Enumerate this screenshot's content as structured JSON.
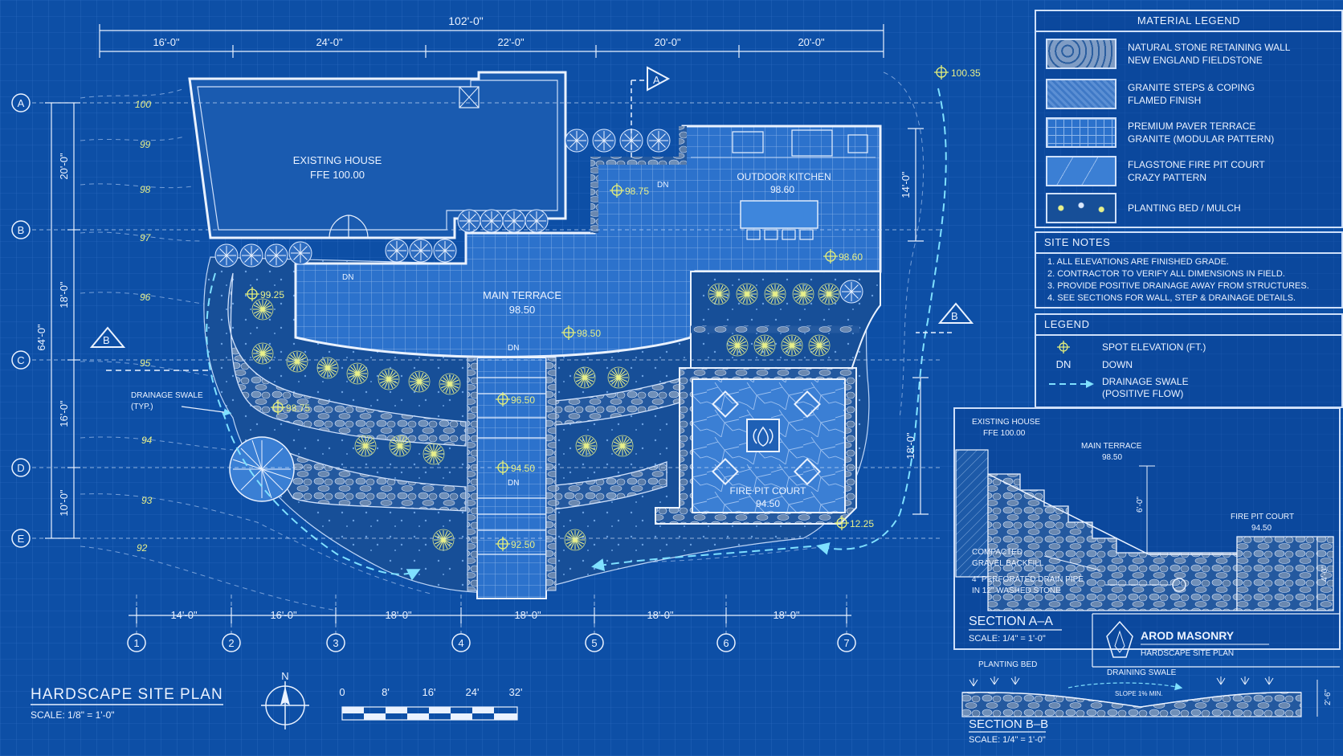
{
  "overall_dimension": "102'-0\"",
  "top_dimensions": [
    "16'-0\"",
    "24'-0\"",
    "22'-0\"",
    "20'-0\"",
    "20'-0\""
  ],
  "bottom_dimensions": [
    "14'-0\"",
    "16'-0\"",
    "18'-0\"",
    "18'-0\"",
    "18'-0\"",
    "18'-0\""
  ],
  "left_overall_dimension": "64'-0\"",
  "left_dimensions": [
    "20'-0\"",
    "18'-0\"",
    "16'-0\"",
    "10'-0\""
  ],
  "right_dimensions": [
    "14'-0\"",
    "18'-0\""
  ],
  "grid_rows": [
    "A",
    "B",
    "C",
    "D",
    "E"
  ],
  "grid_columns": [
    "1",
    "2",
    "3",
    "4",
    "5",
    "6",
    "7"
  ],
  "contours": [
    "100",
    "99",
    "98",
    "97",
    "96",
    "95",
    "94",
    "93",
    "92"
  ],
  "areas": {
    "house": {
      "name": "EXISTING HOUSE",
      "ffe": "FFE 100.00"
    },
    "kitchen": {
      "name": "OUTDOOR KITCHEN",
      "elev": "98.60"
    },
    "terrace": {
      "name": "MAIN TERRACE",
      "elev": "98.50"
    },
    "firepit": {
      "name": "FIRE PIT COURT",
      "elev": "94.50"
    }
  },
  "spot_elevations": [
    "100.35",
    "98.75",
    "99.25",
    "98.50",
    "98.60",
    "98.75",
    "96.50",
    "94.50",
    "92.50",
    "12.25"
  ],
  "dn_label": "DN",
  "swale_note": [
    "DRAINAGE SWALE",
    "(TYP.)"
  ],
  "section_markers": {
    "a": "A",
    "b": "B"
  },
  "title": {
    "name": "HARDSCAPE SITE PLAN",
    "scale": "SCALE: 1/8\" = 1'-0\""
  },
  "north_label": "N",
  "scale_bar": [
    "0",
    "8'",
    "16'",
    "24'",
    "32'"
  ],
  "material_legend": {
    "title": "MATERIAL LEGEND",
    "items": [
      {
        "line1": "NATURAL STONE RETAINING WALL",
        "line2": "NEW ENGLAND FIELDSTONE"
      },
      {
        "line1": "GRANITE STEPS & COPING",
        "line2": "FLAMED FINISH"
      },
      {
        "line1": "PREMIUM PAVER TERRACE",
        "line2": "GRANITE (MODULAR PATTERN)"
      },
      {
        "line1": "FLAGSTONE FIRE PIT COURT",
        "line2": "CRAZY PATTERN"
      },
      {
        "line1": "PLANTING BED / MULCH",
        "line2": ""
      }
    ]
  },
  "site_notes": {
    "title": "SITE NOTES",
    "items": [
      "1.  ALL ELEVATIONS ARE FINISHED GRADE.",
      "2.  CONTRACTOR TO VERIFY ALL DIMENSIONS IN FIELD.",
      "3.  PROVIDE POSITIVE DRAINAGE AWAY FROM STRUCTURES.",
      "4.  SEE SECTIONS FOR WALL, STEP & DRAINAGE DETAILS."
    ]
  },
  "legend": {
    "title": "LEGEND",
    "spot": "SPOT ELEVATION (FT.)",
    "dn": "DN",
    "down": "DOWN",
    "swale_line1": "DRAINAGE SWALE",
    "swale_line2": "(POSITIVE FLOW)"
  },
  "section_aa": {
    "title": "SECTION A–A",
    "scale": "SCALE: 1/4\" = 1'-0\"",
    "house": "EXISTING HOUSE",
    "house_ffe": "FFE 100.00",
    "terrace": "MAIN TERRACE",
    "terrace_elev": "98.50",
    "firepit": "FIRE PIT COURT",
    "firepit_elev": "94.50",
    "gravel_line1": "COMPACTED",
    "gravel_line2": "GRAVEL BACKFILL",
    "pipe_line1": "4\" PERFORATED DRAIN PIPE",
    "pipe_line2": "IN 12\" WASHED STONE",
    "dim_upper": "6'-0\"",
    "dim_lower": "4'-0\""
  },
  "section_bb": {
    "title": "SECTION B–B",
    "scale": "SCALE: 1/4\" = 1'-0\"",
    "planting": "PLANTING BED",
    "swale": "DRAINING SWALE",
    "slope": "SLOPE 1% MIN.",
    "dim": "2'-6\""
  },
  "company": {
    "name": "AROD MASONRY",
    "sub": "HARDSCAPE SITE PLAN"
  }
}
